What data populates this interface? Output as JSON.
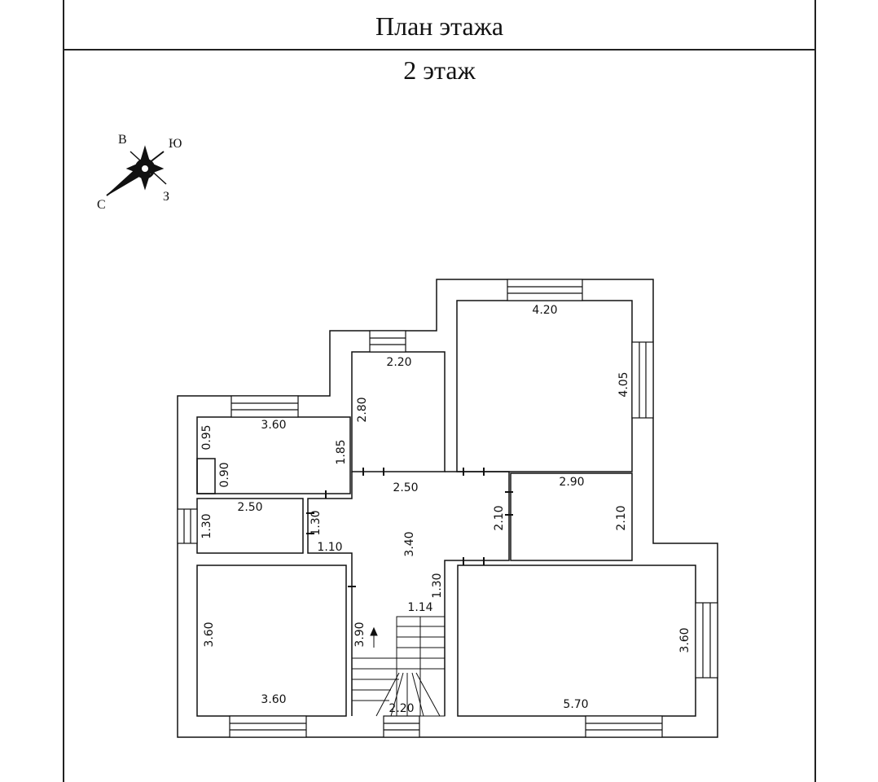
{
  "header": {
    "title": "План этажа",
    "floor": "2 этаж"
  },
  "compass": {
    "north": "С",
    "south": "Ю",
    "east": "В",
    "west": "З"
  },
  "rooms": [
    {
      "id": "room-nw",
      "width": "3.60",
      "height": "0.95",
      "aux": "0.90",
      "side": "1.85"
    },
    {
      "id": "room-narrow",
      "width": "2.20",
      "height": "2.80"
    },
    {
      "id": "room-ne",
      "width": "4.20",
      "height": "4.05"
    },
    {
      "id": "room-bath",
      "width": "2.50",
      "height": "1.30"
    },
    {
      "id": "hall",
      "width": "2.50",
      "height": "3.40",
      "aux": "1.30",
      "side": "1.10"
    },
    {
      "id": "room-mid-right",
      "width": "2.90",
      "height": "2.10",
      "aux": "2.10"
    },
    {
      "id": "room-sw",
      "width": "3.60",
      "height": "3.60"
    },
    {
      "id": "stair",
      "width": "2.20",
      "height": "3.90",
      "aux": "1.14",
      "side": "1.30"
    },
    {
      "id": "room-se",
      "width": "5.70",
      "height": "3.60"
    }
  ]
}
